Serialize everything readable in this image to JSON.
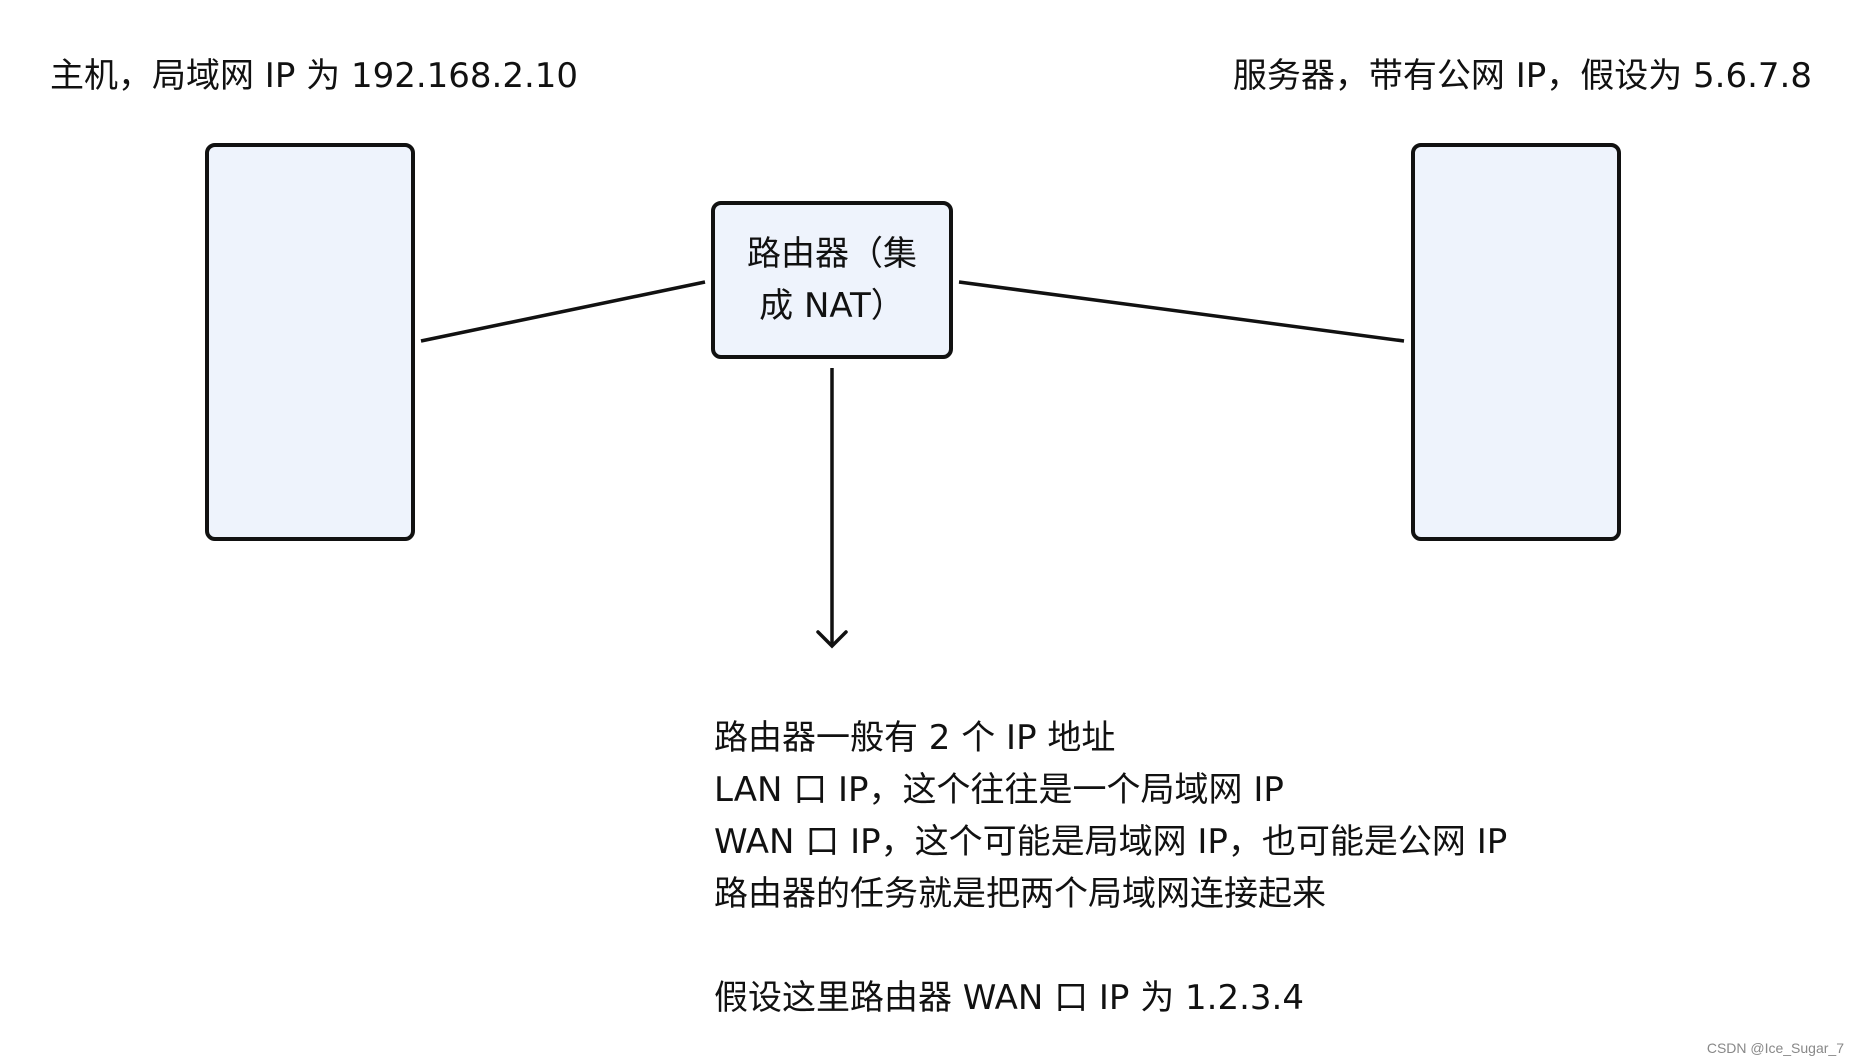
{
  "host": {
    "label": "主机，局域网 IP 为 192.168.2.10"
  },
  "server": {
    "label": "服务器，带有公网 IP，假设为 5.6.7.8"
  },
  "router": {
    "label_line1": "路由器（集",
    "label_line2": "成 NAT）"
  },
  "notes": {
    "line1": "路由器一般有 2 个 IP 地址",
    "line2": "LAN 口 IP，这个往往是一个局域网 IP",
    "line3": "WAN 口 IP，这个可能是局域网 IP，也可能是公网 IP",
    "line4": "路由器的任务就是把两个局域网连接起来",
    "line5": "",
    "line6": "假设这里路由器 WAN 口 IP 为 1.2.3.4"
  },
  "watermark": "CSDN @Ice_Sugar_7"
}
